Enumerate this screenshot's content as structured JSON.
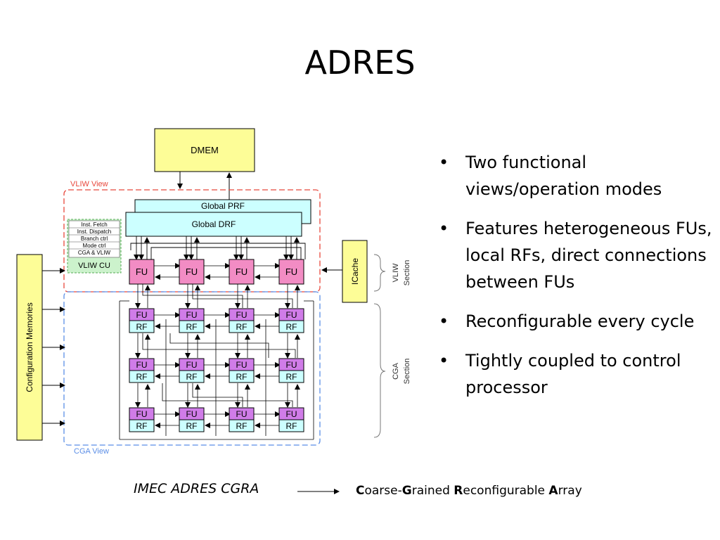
{
  "slide": {
    "title": "ADRES",
    "bullets": [
      "Two functional views/operation modes",
      "Features heterogeneous FUs, local RFs, direct connections between FUs",
      "Reconfigurable every cycle",
      "Tightly coupled to control processor"
    ],
    "caption": "IMEC  ADRES CGRA",
    "expansion": [
      {
        "bold": "C",
        "rest": "oarse-"
      },
      {
        "bold": "G",
        "rest": "rained "
      },
      {
        "bold": "R",
        "rest": "econfigurable "
      },
      {
        "bold": "A",
        "rest": "rray"
      }
    ]
  },
  "diagram": {
    "dmem": "DMEM",
    "vliw_view": "VLIW View",
    "cga_view": "CGA View",
    "global_prf": "Global PRF",
    "global_drf": "Global DRF",
    "vliw_cu_items": [
      "Inst. Fetch",
      "Inst. Dispatch",
      "Branch ctrl",
      "Mode ctrl",
      "CGA & VLIW"
    ],
    "vliw_cu": "VLIW CU",
    "config_memories": "Configuration Memories",
    "icache": "ICache",
    "vliw_section": [
      "VLIW",
      "Section"
    ],
    "cga_section": [
      "CGA",
      "Section"
    ],
    "fu": "FU",
    "rf": "RF"
  },
  "colors": {
    "yellow": "#fdfd97",
    "cyan": "#ccffff",
    "pink": "#f28cc4",
    "purple": "#d07ce8",
    "green": "#ccf2cc",
    "red_dash": "#e8483c",
    "blue_dash": "#5b8ee6"
  }
}
